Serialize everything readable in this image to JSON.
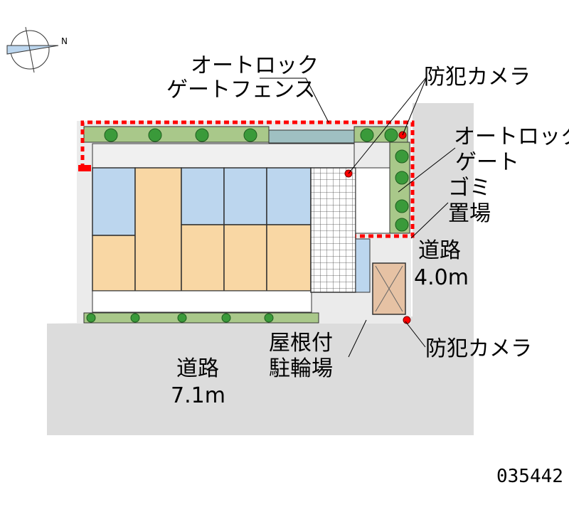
{
  "labels": {
    "autolock_gate_fence_line1": "オートロック",
    "autolock_gate_fence_line2": "ゲートフェンス",
    "camera_top": "防犯カメラ",
    "autolock_gate_line1": "オートロック",
    "autolock_gate_line2": "ゲート",
    "garbage_line1": "ゴミ",
    "garbage_line2": "置場",
    "road_east_name": "道路",
    "road_east_width": "4.0m",
    "camera_bottom": "防犯カメラ",
    "bike_parking_line1": "屋根付",
    "bike_parking_line2": "駐輪場",
    "road_south_name": "道路",
    "road_south_width": "7.1m",
    "property_code": "035442"
  },
  "compass": {
    "north_label": "N"
  },
  "colors": {
    "road": "#dcdcdc",
    "lot": "#ebebeb",
    "unit_floor": "#f9d7a4",
    "wet_area": "#bcd6ee",
    "greenery": "#9fc27a",
    "tree": "#3a9a3a",
    "fence": "#ff0000",
    "camera": "#ff0000",
    "bike_roof": "#e6c2a4",
    "tile": "#ffffff"
  }
}
